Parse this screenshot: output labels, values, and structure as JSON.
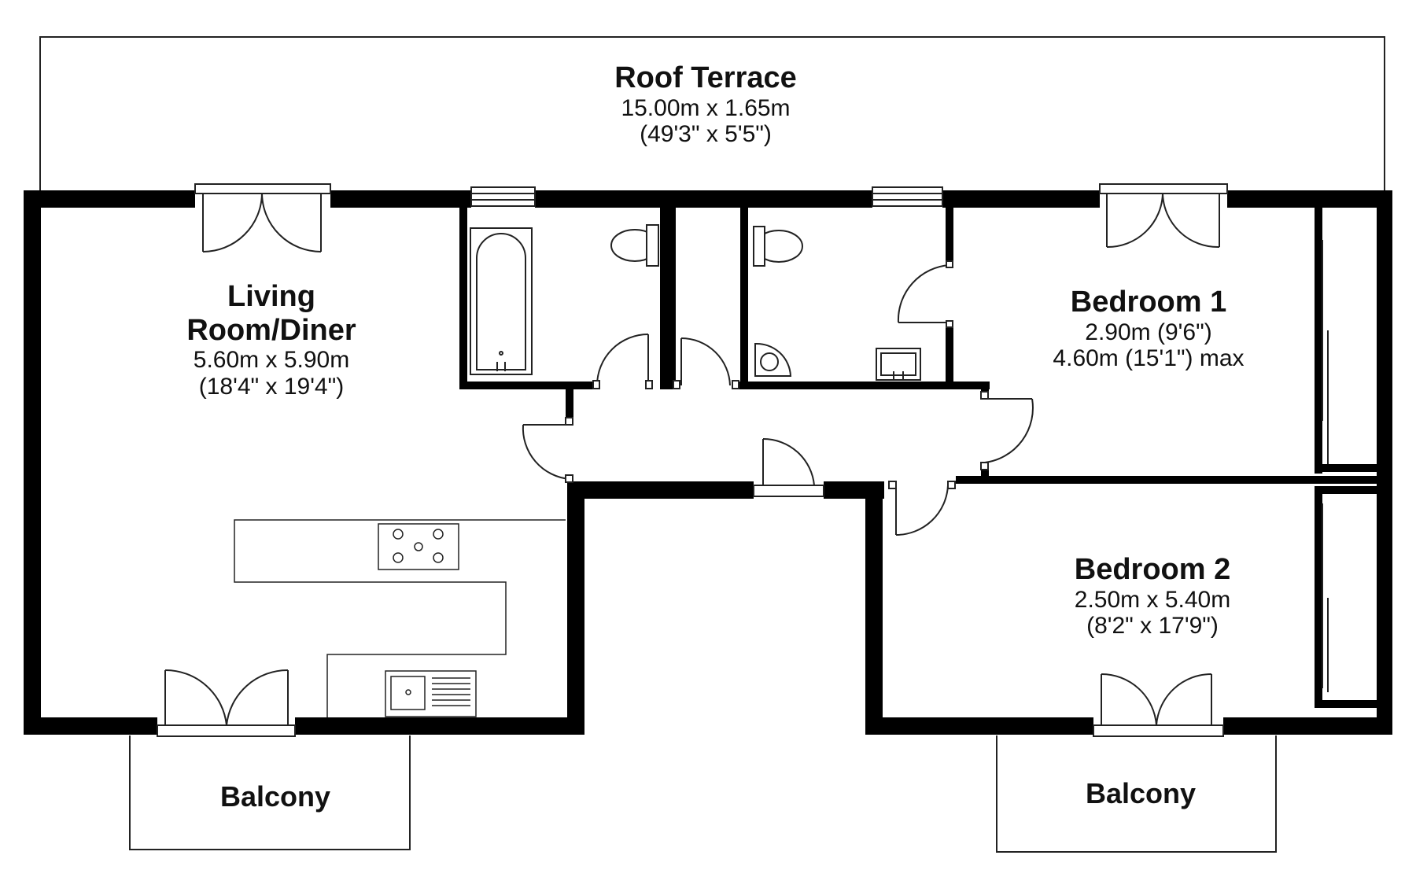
{
  "rooms": {
    "roof_terrace": {
      "name": "Roof Terrace",
      "dims": "15.00m  x 1.65m",
      "dims_imperial": "(49'3\" x 5'5\")"
    },
    "living": {
      "name_line1": "Living",
      "name_line2": "Room/Diner",
      "dims": "5.60m x 5.90m",
      "dims_imperial": "(18'4\" x 19'4\")"
    },
    "bedroom1": {
      "name": "Bedroom 1",
      "dims": "2.90m (9'6\")",
      "dims_max": "4.60m (15'1\") max"
    },
    "bedroom2": {
      "name": "Bedroom 2",
      "dims": "2.50m x 5.40m",
      "dims_imperial": "(8'2\" x 17'9\")"
    },
    "balcony_left": {
      "name": "Balcony"
    },
    "balcony_right": {
      "name": "Balcony"
    }
  },
  "colors": {
    "wall": "#000000",
    "line": "#222222",
    "background": "#ffffff",
    "text": "#111111"
  }
}
